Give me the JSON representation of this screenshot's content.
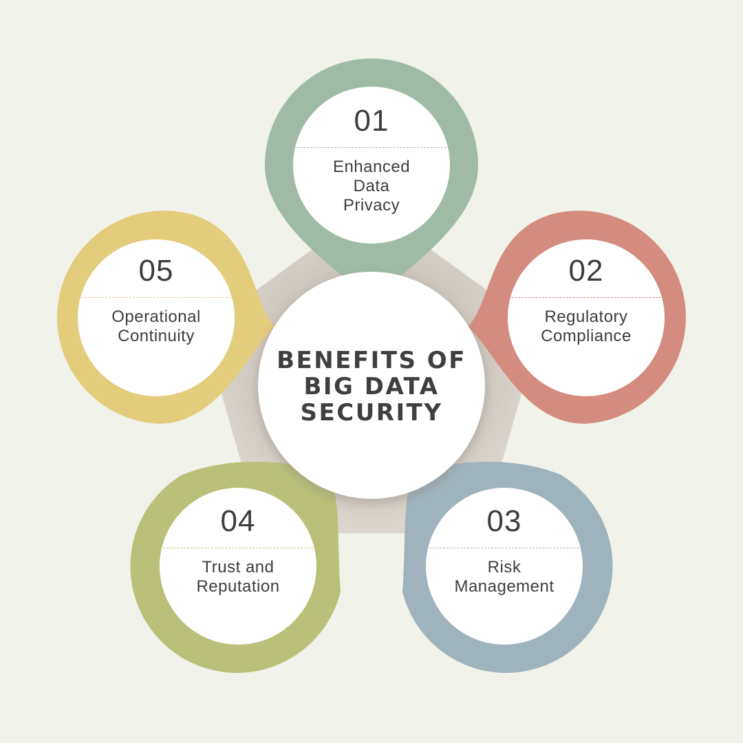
{
  "diagram": {
    "title": "BENEFITS OF\nBIG DATA\nSECURITY",
    "background_color": "#f1f2ea",
    "hub_shape_color": "#d9d3cb",
    "center_circle_color": "#ffffff",
    "text_color": "#3d3d3d",
    "petals": [
      {
        "number": "01",
        "label": "Enhanced\nData\nPrivacy",
        "color": "#9fbba6",
        "divider_color": "#9fbba6"
      },
      {
        "number": "02",
        "label": "Regulatory\nCompliance",
        "color": "#d38c7e",
        "divider_color": "#d38c7e"
      },
      {
        "number": "03",
        "label": "Risk\nManagement",
        "color": "#9fb3bd",
        "divider_color": "#9fb3bd"
      },
      {
        "number": "04",
        "label": "Trust and\nReputation",
        "color": "#bac07a",
        "divider_color": "#bac07a"
      },
      {
        "number": "05",
        "label": "Operational\nContinuity",
        "color": "#e4cc7d",
        "divider_color": "#e4cc7d"
      }
    ]
  }
}
